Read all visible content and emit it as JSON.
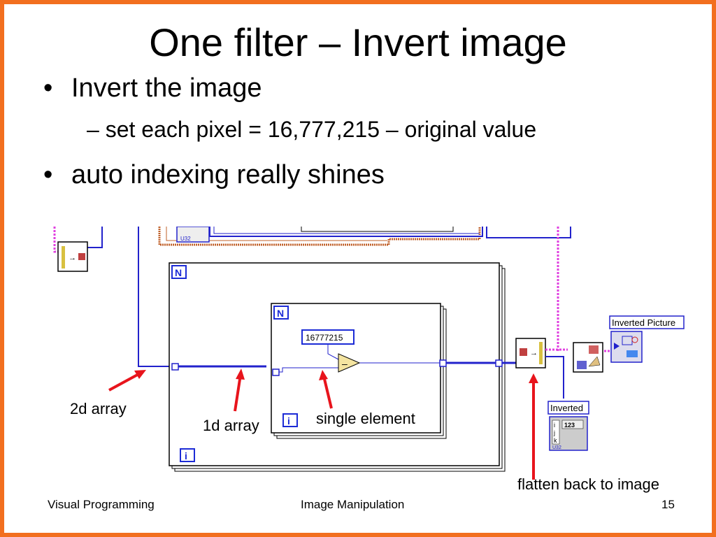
{
  "slide": {
    "title": "One filter – Invert image",
    "bullets": [
      {
        "marker": "•",
        "text": "Invert the image"
      },
      {
        "marker": "•",
        "text": "auto indexing really shines"
      }
    ],
    "sub_bullet": "– set each pixel =  16,777,215 – original value"
  },
  "diagram": {
    "constant_value": "16777215",
    "for_loop_count_label": "N",
    "iteration_label": "i",
    "subtract_symbol": "–",
    "inverted_picture_label": "Inverted Picture",
    "inverted_label": "Inverted",
    "array_type_label": "U32",
    "numeric_label": "123",
    "array_index_i": "i",
    "array_index_j": "j",
    "array_index_k": "k"
  },
  "callouts": {
    "array_2d": "2d array",
    "array_1d": "1d array",
    "single_element": "single element",
    "flatten": "flatten back to image"
  },
  "footer": {
    "left": "Visual Programming",
    "center": "Image Manipulation",
    "page_number": "15"
  },
  "colors": {
    "border": "#f26f1f",
    "wire_blue": "#2222cc",
    "wire_pink": "#e040e0",
    "wire_orange": "#c0602a",
    "arrow_red": "#e8141c",
    "frame_blue": "#1c2bd6"
  }
}
